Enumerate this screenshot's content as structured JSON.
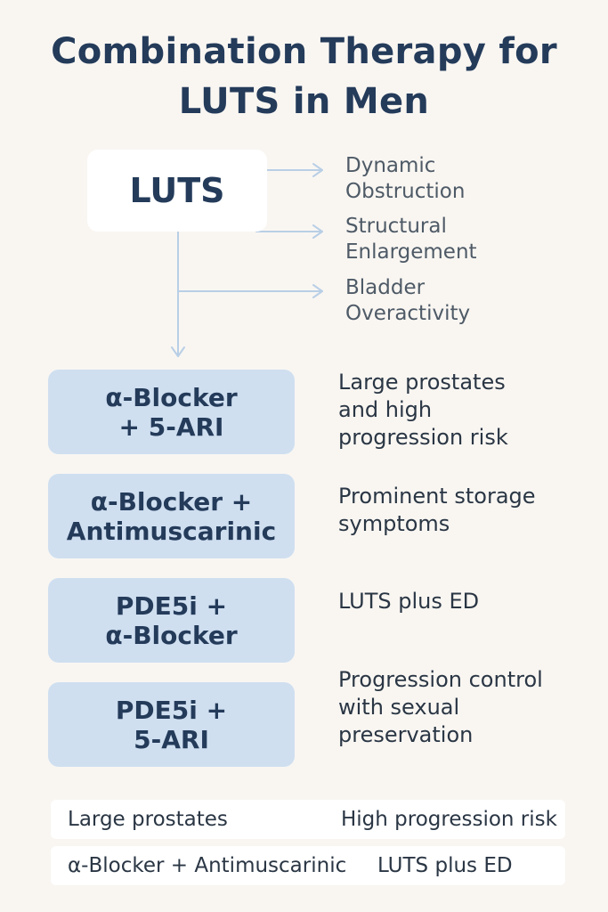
{
  "title": {
    "line1": "Combination Therapy for",
    "line2": "LUTS in Men"
  },
  "root": {
    "label": "LUTS"
  },
  "mechanisms": [
    {
      "line1": "Dynamic",
      "line2": "Obstruction"
    },
    {
      "line1": "Structural",
      "line2": "Enlargement"
    },
    {
      "line1": "Bladder",
      "line2": "Overactivity"
    }
  ],
  "therapies": [
    {
      "lines": [
        "α-Blocker",
        "+ 5-ARI"
      ],
      "indication": [
        "Large prostates",
        "and high",
        "progression risk"
      ]
    },
    {
      "lines": [
        "α-Blocker +",
        "Antimuscarinic"
      ],
      "indication": [
        "Prominent storage",
        "symptoms"
      ]
    },
    {
      "lines": [
        "PDE5i +",
        "α-Blocker"
      ],
      "indication": [
        "LUTS plus ED"
      ]
    },
    {
      "lines": [
        "PDE5i +",
        "5-ARI"
      ],
      "indication": [
        "Progression control",
        "with sexual",
        "preservation"
      ]
    }
  ],
  "summary": [
    {
      "left": "Large prostates",
      "right": "High progression risk"
    },
    {
      "left": "α-Blocker + Antimuscarinic",
      "right": "LUTS plus ED"
    }
  ],
  "colors": {
    "title": "#243b5a",
    "therapy_box": "#cfdff0",
    "arrow": "#b9cfe6",
    "background": "#f9f6f2"
  }
}
